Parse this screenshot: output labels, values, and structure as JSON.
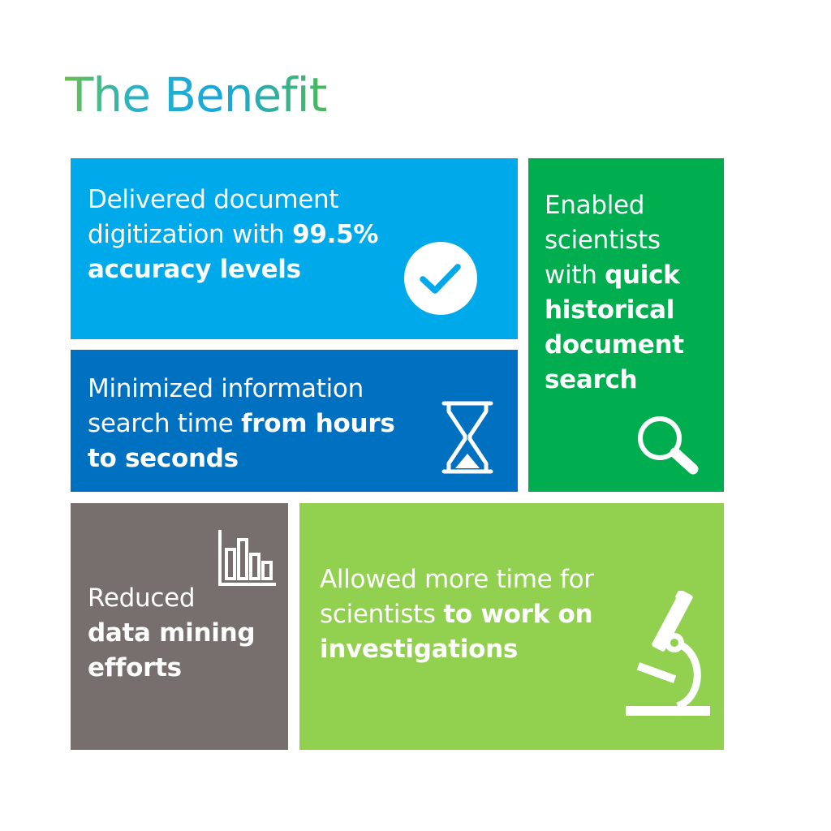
{
  "title": "The Benefit",
  "tiles": {
    "accuracy": {
      "line1": "Delivered document",
      "line2_plain": "digitization with ",
      "line2_bold": "99.5%",
      "line3_bold": "accuracy levels",
      "icon": "checkmark-circle-icon",
      "color": "#00aaea"
    },
    "search_time": {
      "line1": "Minimized information",
      "line2_plain": "search time ",
      "line2_bold": "from hours",
      "line3_bold": "to seconds",
      "icon": "hourglass-icon",
      "color": "#0070c0"
    },
    "scientists": {
      "line1": "Enabled",
      "line2": "scientists",
      "line3_plain": "with ",
      "line3_bold": "quick",
      "line4_bold": "historical",
      "line5_bold": "document",
      "line6_bold": "search",
      "icon": "magnifier-icon",
      "color": "#00ae4f"
    },
    "data_mining": {
      "line1": "Reduced",
      "line2_bold": "data mining",
      "line3_bold": "efforts",
      "icon": "bar-chart-icon",
      "color": "#766f6e"
    },
    "more_time": {
      "line1": "Allowed more time for",
      "line2_plain": "scientists ",
      "line2_bold": "to work on",
      "line3_bold": "investigations",
      "icon": "microscope-icon",
      "color": "#92d050"
    }
  }
}
